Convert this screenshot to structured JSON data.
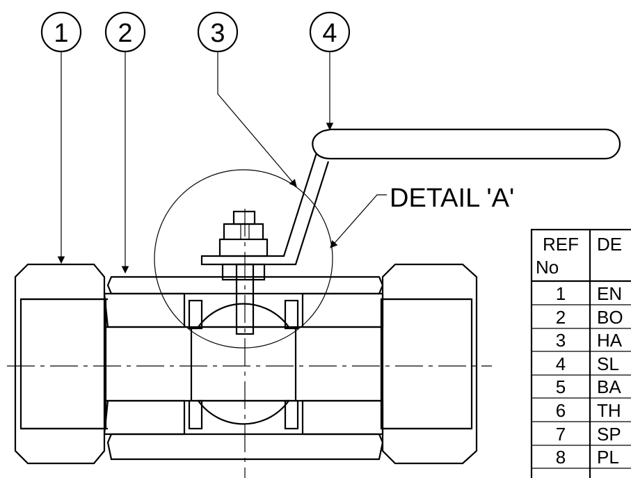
{
  "balloons": [
    "1",
    "2",
    "3",
    "4"
  ],
  "detail_label": "DETAIL 'A'",
  "parts_table": {
    "header_ref": "REF",
    "header_ref_sub": "No",
    "header_desc": "DE",
    "rows": [
      {
        "ref": "1",
        "desc": "EN"
      },
      {
        "ref": "2",
        "desc": "BO"
      },
      {
        "ref": "3",
        "desc": "HA"
      },
      {
        "ref": "4",
        "desc": "SL"
      },
      {
        "ref": "5",
        "desc": "BA"
      },
      {
        "ref": "6",
        "desc": "TH"
      },
      {
        "ref": "7",
        "desc": "SP"
      },
      {
        "ref": "8",
        "desc": "PL"
      }
    ]
  }
}
